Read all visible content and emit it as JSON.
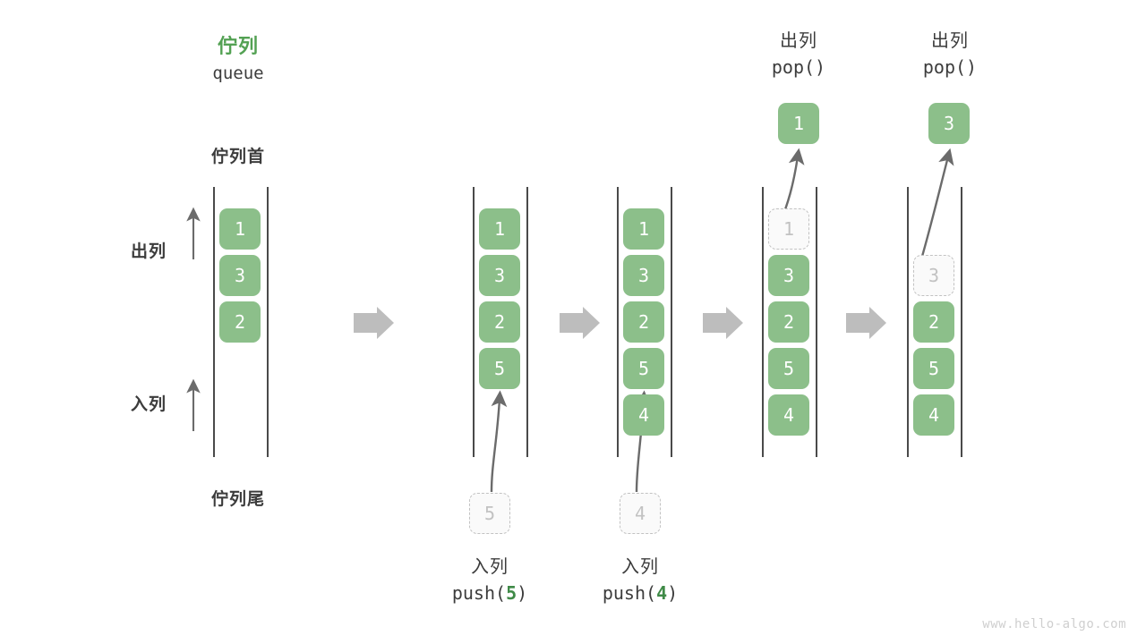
{
  "diagram": {
    "title_cn": "佇列",
    "title_en": "queue",
    "head_label": "佇列首",
    "tail_label": "佇列尾",
    "dequeue_label": "出列",
    "enqueue_label": "入列",
    "watermark": "www.hello-algo.com",
    "colors": {
      "element_fill": "#8cbf8a",
      "element_text": "#ffffff",
      "ghost_fill": "#fafafa",
      "ghost_border": "#c2c2c2",
      "ghost_text": "#c2c2c2",
      "accent_green": "#53a153",
      "arrow_gray": "#bdbdbd",
      "line_dark": "#4a4a4a",
      "text_dark": "#3c3c3c"
    }
  },
  "panels": [
    {
      "name": "initial-queue",
      "items": [
        "1",
        "3",
        "2"
      ]
    },
    {
      "name": "after-push-5",
      "items": [
        "1",
        "3",
        "2",
        "5"
      ],
      "incoming": "5",
      "caption_cn": "入列",
      "caption_code_prefix": "push(",
      "caption_code_arg": "5",
      "caption_code_suffix": ")"
    },
    {
      "name": "after-push-4",
      "items": [
        "1",
        "3",
        "2",
        "5",
        "4"
      ],
      "incoming": "4",
      "caption_cn": "入列",
      "caption_code_prefix": "push(",
      "caption_code_arg": "4",
      "caption_code_suffix": ")"
    },
    {
      "name": "after-pop-1",
      "items": [
        "3",
        "2",
        "5",
        "4"
      ],
      "removed": "1",
      "caption_cn": "出列",
      "caption_code": "pop()"
    },
    {
      "name": "after-pop-3",
      "items": [
        "2",
        "5",
        "4"
      ],
      "removed": "3",
      "caption_cn": "出列",
      "caption_code": "pop()"
    }
  ],
  "step_arrows": [
    {
      "name": "step-arrow-1"
    },
    {
      "name": "step-arrow-2"
    },
    {
      "name": "step-arrow-3"
    },
    {
      "name": "step-arrow-4"
    }
  ]
}
